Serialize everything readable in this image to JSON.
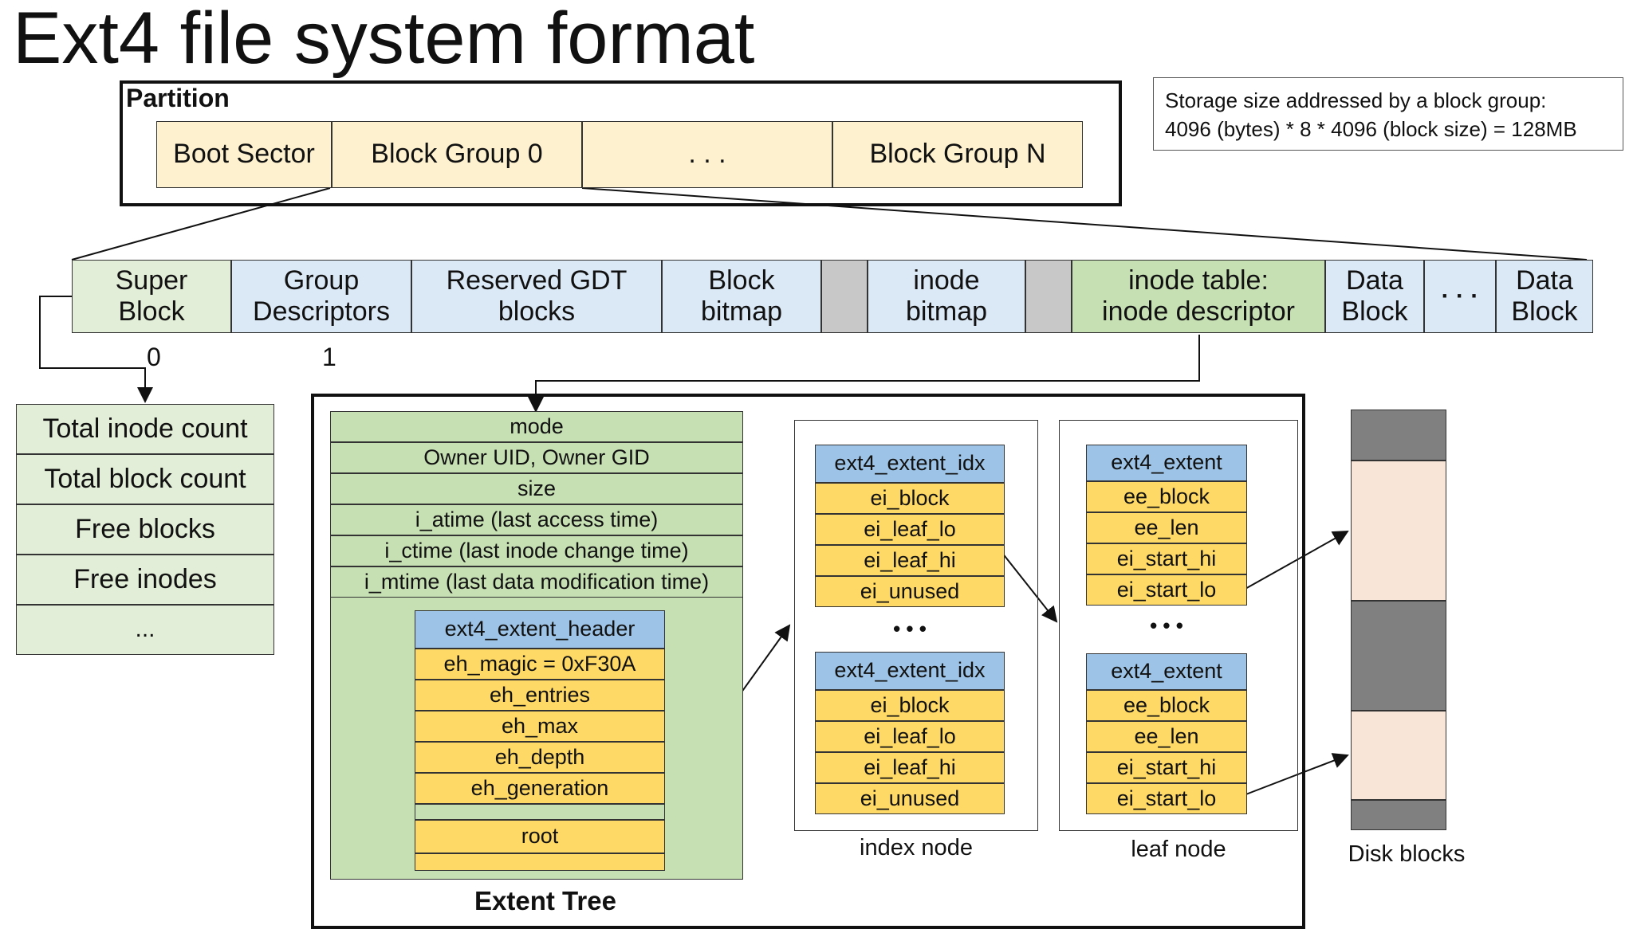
{
  "title": "Ext4 file system format",
  "partition": {
    "label": "Partition",
    "cells": [
      "Boot Sector",
      "Block Group 0",
      ". . .",
      "Block Group N"
    ]
  },
  "note": {
    "line1": "Storage size addressed by a block group:",
    "line2": "4096 (bytes) * 8 * 4096 (block size) = 128MB"
  },
  "block_group": {
    "super_block": [
      "Super",
      "Block"
    ],
    "group_descriptors": [
      "Group",
      "Descriptors"
    ],
    "reserved_gdt": [
      "Reserved GDT",
      "blocks"
    ],
    "block_bitmap": [
      "Block",
      "bitmap"
    ],
    "inode_bitmap": [
      "inode",
      "bitmap"
    ],
    "inode_table": [
      "inode table:",
      "inode descriptor"
    ],
    "data_block_1": [
      "Data",
      "Block"
    ],
    "dots": "· · ·",
    "data_block_2": [
      "Data",
      "Block"
    ],
    "index_0": "0",
    "index_1": "1"
  },
  "superblock_fields": [
    "Total inode count",
    "Total block count",
    "Free blocks",
    "Free inodes",
    "..."
  ],
  "inode_fields": [
    "mode",
    "Owner UID, Owner GID",
    "size",
    "i_atime (last access time)",
    "i_ctime (last inode change time)",
    "i_mtime (last data modification time)"
  ],
  "extent_header": {
    "title": "ext4_extent_header",
    "fields": [
      "eh_magic = 0xF30A",
      "eh_entries",
      "eh_max",
      "eh_depth",
      "eh_generation"
    ],
    "root": "root"
  },
  "extent_tree_label": "Extent Tree",
  "index_node": {
    "title": "ext4_extent_idx",
    "fields": [
      "ei_block",
      "ei_leaf_lo",
      "ei_leaf_hi",
      "ei_unused"
    ],
    "dots": "• • •",
    "label": "index node"
  },
  "leaf_node": {
    "title": "ext4_extent",
    "fields": [
      "ee_block",
      "ee_len",
      "ei_start_hi",
      "ei_start_lo"
    ],
    "dots": "• • •",
    "label": "leaf node"
  },
  "disk_blocks_label": "Disk blocks",
  "colors": {
    "cream": "#fdf1cf",
    "light_green": "#e3eed8",
    "light_blue": "#dbe8f5",
    "green": "#c6e0b4",
    "blue": "#9dc3e6",
    "yellow": "#ffd966",
    "dark_gray": "#808080",
    "pink": "#f8e5d8"
  }
}
